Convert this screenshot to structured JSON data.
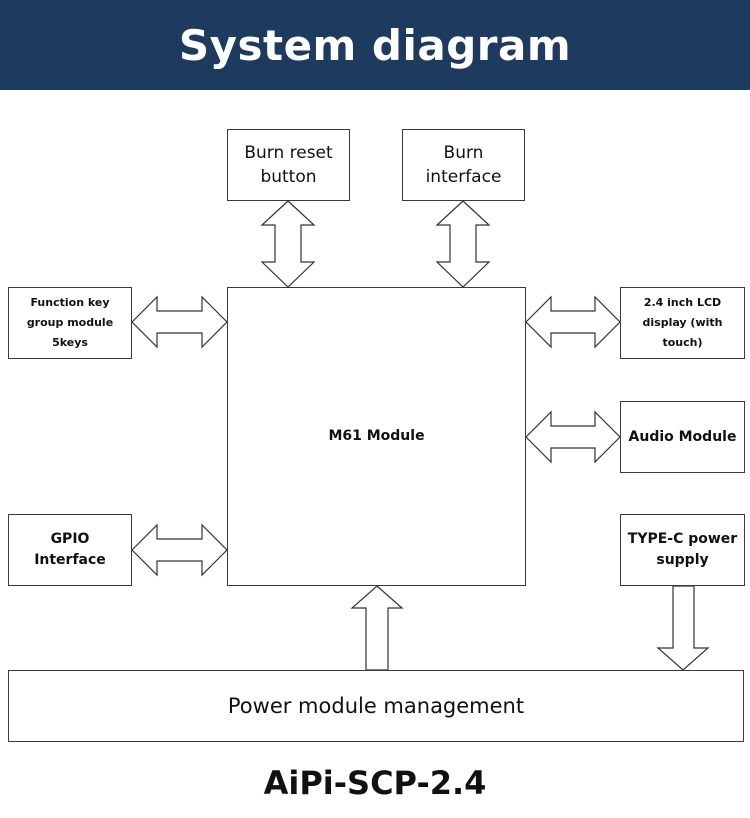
{
  "header": {
    "title": "System diagram"
  },
  "blocks": {
    "burn_reset": "Burn reset button",
    "burn_interface": "Burn interface",
    "function_key": "Function key group module 5keys",
    "lcd": "2.4 inch LCD display (with touch)",
    "m61": "M61 Module",
    "audio": "Audio Module",
    "gpio": "GPIO Interface",
    "typec": "TYPE-C power supply",
    "power": "Power module management"
  },
  "footer": {
    "caption": "AiPi-SCP-2.4"
  },
  "colors": {
    "header_bg": "#1d3a5f",
    "border": "#3a3a3a"
  }
}
